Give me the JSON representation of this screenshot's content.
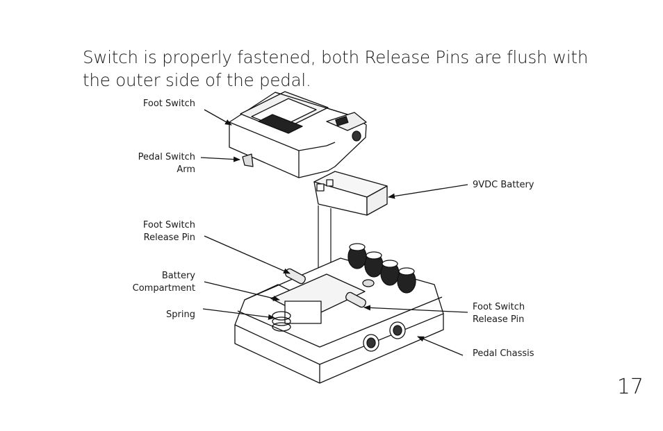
{
  "intro_text": "Switch is properly fastened, both Release Pins are flush with the outer side of the pedal.",
  "labels": {
    "foot_switch": "Foot Switch",
    "pedal_switch_arm_l1": "Pedal Switch",
    "pedal_switch_arm_l2": "Arm",
    "battery_9vdc": "9VDC Battery",
    "release_pin_left_l1": "Foot Switch",
    "release_pin_left_l2": "Release Pin",
    "battery_compartment_l1": "Battery",
    "battery_compartment_l2": "Compartment",
    "spring": "Spring",
    "release_pin_right_l1": "Foot Switch",
    "release_pin_right_l2": "Release Pin",
    "pedal_chassis": "Pedal Chassis"
  },
  "page_number": "17"
}
